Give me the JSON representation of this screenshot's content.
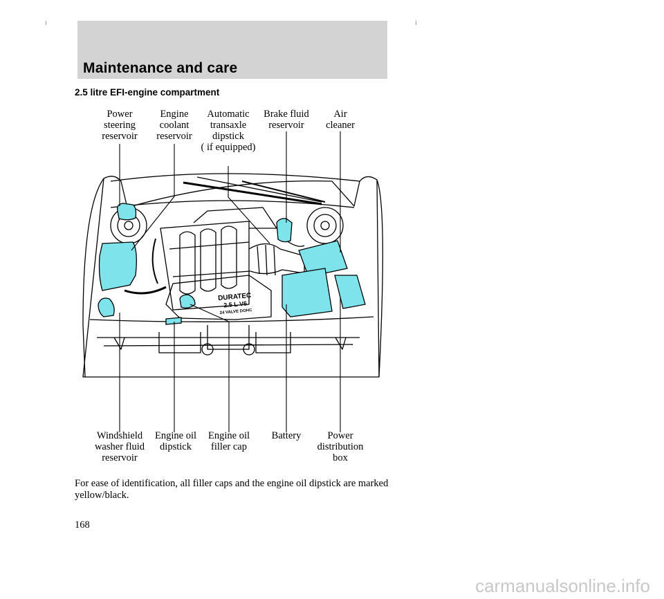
{
  "header": {
    "section_title": "Maintenance and care",
    "subtitle": "2.5 litre EFI-engine compartment"
  },
  "labels_top": [
    "Power\nsteering\nreservoir",
    "Engine\ncoolant\nreservoir",
    "Automatic\ntransaxle\ndipstick\n( if equipped)",
    "Brake fluid\nreservoir",
    "Air\ncleaner"
  ],
  "labels_bottom": [
    "Windshield\nwasher fluid\nreservoir",
    "Engine oil\ndipstick",
    "Engine oil\nfiller cap",
    "Battery",
    "Power\ndistribution\nbox"
  ],
  "engine_badge": {
    "brand": "DURATEC",
    "displacement": "2.5 L  V6",
    "valves": "24 VALVE DOHC"
  },
  "caption": "For ease of identification, all filler caps and the engine oil dipstick are marked yellow/black.",
  "page_number": "168",
  "watermark": "carmanualsonline.info",
  "colors": {
    "highlight": "#7fe3ec",
    "header_band": "#d3d3d3"
  }
}
